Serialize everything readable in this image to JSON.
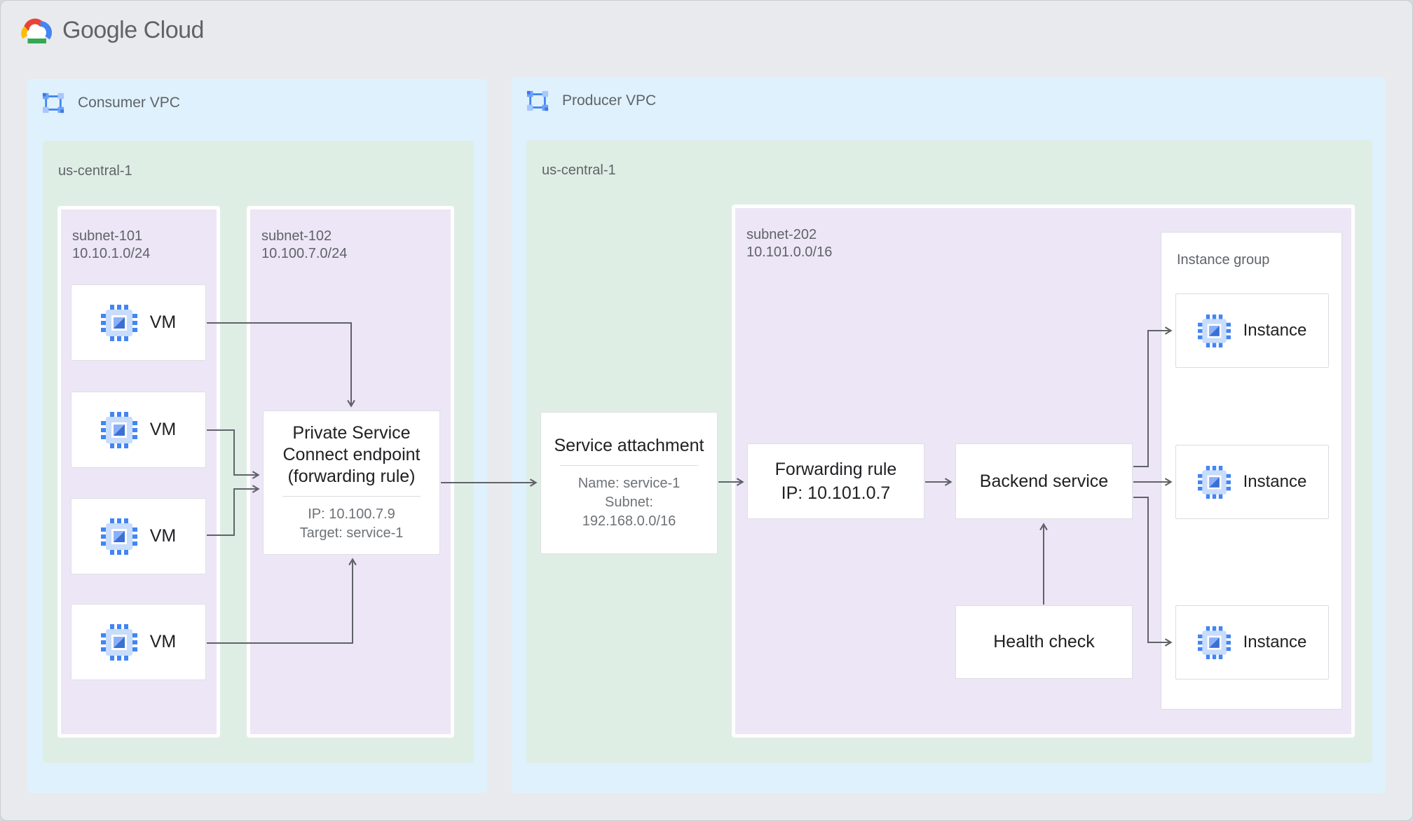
{
  "header": {
    "logo_text": "Google Cloud"
  },
  "consumer_vpc": {
    "label": "Consumer VPC",
    "region": {
      "label": "us-central-1"
    },
    "subnet101": {
      "name": "subnet-101",
      "cidr": "10.10.1.0/24",
      "vms": [
        {
          "label": "VM"
        },
        {
          "label": "VM"
        },
        {
          "label": "VM"
        },
        {
          "label": "VM"
        }
      ]
    },
    "subnet102": {
      "name": "subnet-102",
      "cidr": "10.100.7.0/24",
      "psc_endpoint": {
        "title_line1": "Private Service",
        "title_line2": "Connect endpoint",
        "title_line3": "(forwarding rule)",
        "ip": "IP: 10.100.7.9",
        "target": "Target: service-1"
      }
    }
  },
  "producer_vpc": {
    "label": "Producer VPC",
    "region": {
      "label": "us-central-1"
    },
    "service_attachment": {
      "title": "Service attachment",
      "name": "Name: service-1",
      "subnet_word": "Subnet:",
      "subnet_cidr": "192.168.0.0/16"
    },
    "subnet202": {
      "name": "subnet-202",
      "cidr": "10.101.0.0/16",
      "forwarding_rule": {
        "line1": "Forwarding rule",
        "line2": "IP: 10.101.0.7"
      },
      "backend_service": {
        "label": "Backend service"
      },
      "health_check": {
        "label": "Health check"
      },
      "instance_group": {
        "label": "Instance group",
        "instances": [
          {
            "label": "Instance"
          },
          {
            "label": "Instance"
          },
          {
            "label": "Instance"
          }
        ]
      }
    }
  },
  "colors": {
    "canvas_bg": "#E9EAED",
    "vpc_bg": "#DFF1FC",
    "region_bg": "#DFEEE5",
    "subnet_bg": "#EDE6F6",
    "node_border": "#DEDFE3",
    "arrow": "#5F6368",
    "title_text": "#202124",
    "label_text": "#5F6368",
    "google_blue": "#4285F4",
    "google_red": "#EA4335",
    "google_yellow": "#FBBC04",
    "google_green": "#34A853"
  }
}
